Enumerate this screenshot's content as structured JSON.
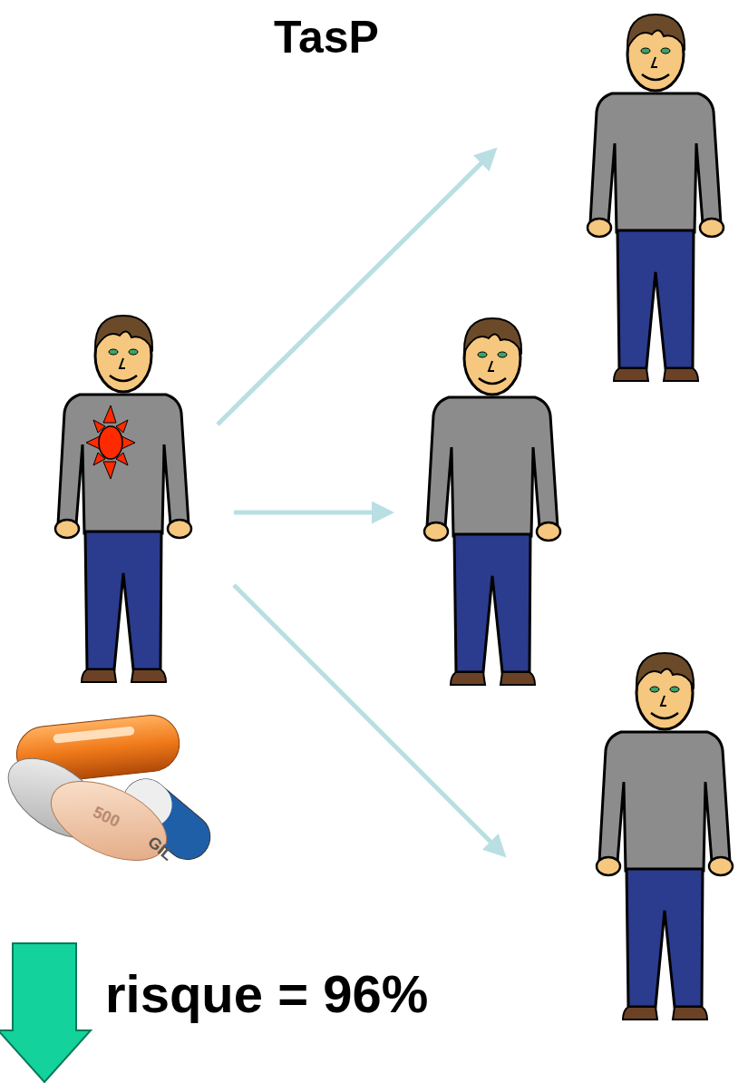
{
  "diagram": {
    "title": "TasP",
    "labels": [
      "risque = 96%",
      "500",
      "GIL"
    ]
  }
}
